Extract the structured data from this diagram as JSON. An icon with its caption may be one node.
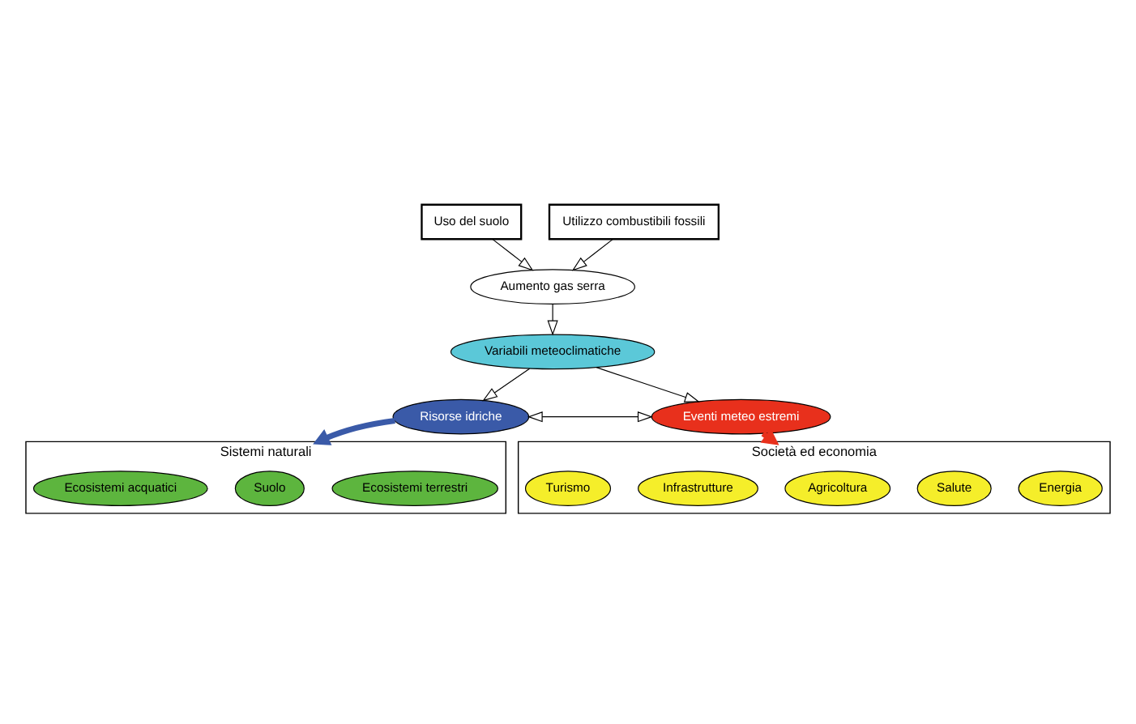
{
  "diagram": {
    "nodes": [
      {
        "text": [
          "Uso del suolo"
        ]
      },
      {
        "text": [
          "Utilizzo combustibili fossili"
        ]
      },
      {
        "text": [
          "Aumento gas serra"
        ]
      },
      {
        "text": [
          "Variabili meteoclimatiche"
        ]
      },
      {
        "text": [
          "Risorse idriche"
        ]
      },
      {
        "text": [
          "Eventi meteo estremi"
        ]
      },
      {
        "text": [
          "Sistemi naturali"
        ]
      },
      {
        "text": [
          "Ecosistemi terrestri"
        ],
        "in": 6
      },
      {
        "text": [
          "Suolo"
        ],
        "in": 6
      },
      {
        "text": [
          "Ecosistemi acquatici"
        ],
        "in": 6
      },
      {
        "text": [
          "Società ed economia"
        ]
      },
      {
        "text": [
          "Energia"
        ],
        "in": 10
      },
      {
        "text": [
          "Salute"
        ],
        "in": 10
      },
      {
        "text": [
          "Agricoltura"
        ],
        "in": 10
      },
      {
        "text": [
          "Infrastrutture"
        ],
        "in": 10
      },
      {
        "text": [
          "Turismo"
        ],
        "in": 10
      }
    ],
    "edges": [
      {
        "from": 0,
        "to": 2,
        "arrow": "to"
      },
      {
        "from": 1,
        "to": 2,
        "arrow": "to"
      },
      {
        "from": 2,
        "to": 3,
        "arrow": "to"
      },
      {
        "from": 3,
        "to": 4,
        "arrow": "to"
      },
      {
        "from": 3,
        "to": 5,
        "arrow": "to"
      },
      {
        "from": 4,
        "to": 5,
        "arrow": "both"
      },
      {
        "from": 4,
        "to": 6,
        "arrow": "to",
        "style": "thick",
        "color": "#3a5aa8"
      },
      {
        "from": 5,
        "to": 10,
        "arrow": "to",
        "style": "thick",
        "color": "#e8301c"
      }
    ]
  }
}
